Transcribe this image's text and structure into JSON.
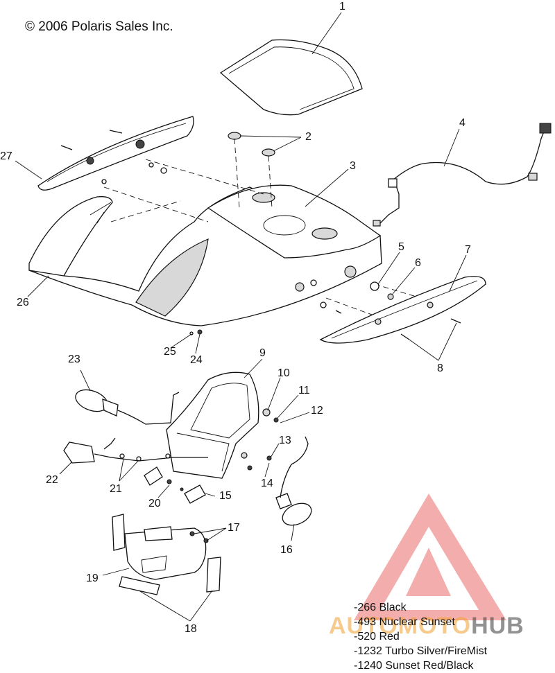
{
  "copyright": "© 2006 Polaris Sales Inc.",
  "parts": [
    {
      "id": "p1",
      "label": "1"
    },
    {
      "id": "p2",
      "label": "2"
    },
    {
      "id": "p3",
      "label": "3"
    },
    {
      "id": "p4",
      "label": "4"
    },
    {
      "id": "p5",
      "label": "5"
    },
    {
      "id": "p6",
      "label": "6"
    },
    {
      "id": "p7",
      "label": "7"
    },
    {
      "id": "p8",
      "label": "8"
    },
    {
      "id": "p9",
      "label": "9"
    },
    {
      "id": "p10",
      "label": "10"
    },
    {
      "id": "p11",
      "label": "11"
    },
    {
      "id": "p12",
      "label": "12"
    },
    {
      "id": "p13",
      "label": "13"
    },
    {
      "id": "p14",
      "label": "14"
    },
    {
      "id": "p15",
      "label": "15"
    },
    {
      "id": "p16",
      "label": "16"
    },
    {
      "id": "p17",
      "label": "17"
    },
    {
      "id": "p18",
      "label": "18"
    },
    {
      "id": "p19",
      "label": "19"
    },
    {
      "id": "p20",
      "label": "20"
    },
    {
      "id": "p21",
      "label": "21"
    },
    {
      "id": "p22",
      "label": "22"
    },
    {
      "id": "p23",
      "label": "23"
    },
    {
      "id": "p24",
      "label": "24"
    },
    {
      "id": "p25",
      "label": "25"
    },
    {
      "id": "p26",
      "label": "26"
    },
    {
      "id": "p27",
      "label": "27"
    }
  ],
  "color_legend": [
    "-266  Black",
    "-493  Nuclear Sunset",
    "-520  Red",
    "-1232 Turbo Silver/FireMist",
    "-1240 Sunset Red/Black"
  ],
  "watermark": {
    "text_a": "AUTOMOTO",
    "text_b": "HUB",
    "color_triangle": "#e84a4a",
    "color_text_a": "#f0a030"
  }
}
